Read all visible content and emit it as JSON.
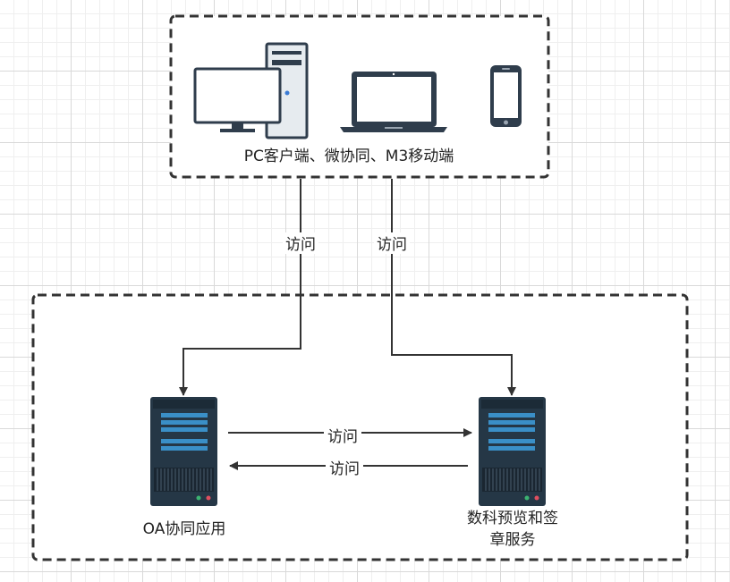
{
  "client_group": {
    "caption": "PC客户端、微协同、M3移动端"
  },
  "edges": {
    "client_to_oa": "访问",
    "client_to_preview": "访问",
    "oa_to_preview": "访问",
    "preview_to_oa": "访问"
  },
  "servers": {
    "oa": {
      "label": "OA协同应用"
    },
    "preview": {
      "label_line1": "数科预览和签",
      "label_line2": "章服务"
    }
  },
  "colors": {
    "server_body": "#253746",
    "server_slot": "#3a8fc7",
    "device_dark": "#2f3d4c",
    "device_light": "#e6ebef",
    "line": "#333333"
  }
}
